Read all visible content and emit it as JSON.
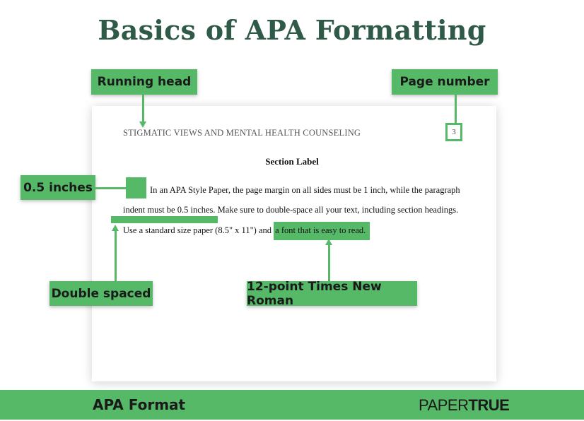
{
  "title": "Basics of APA Formatting",
  "labels": {
    "running_head": "Running head",
    "page_number": "Page number",
    "half_inch": "0.5 inches",
    "double_spaced": "Double spaced",
    "font": "12-point Times New Roman"
  },
  "paper": {
    "running_head_text": "STIGMATIC VIEWS AND MENTAL HEALTH COUNSELING",
    "page_number": "3",
    "section_label": "Section Label",
    "line1": "In an APA Style Paper, the page margin on all sides must be 1 inch, while the paragraph",
    "line2": "indent must be 0.5 inches. Make sure to double-space all your text, including section headings.",
    "line3_start": "Use a standard size paper (8.5\" x 11\") and ",
    "line3_highlight": "a font that is easy to read."
  },
  "footer": {
    "left": "APA Format",
    "brand_part1": "PAPER",
    "brand_part2": "TRUE"
  },
  "colors": {
    "accent": "#56b968",
    "title": "#2f5a47"
  }
}
